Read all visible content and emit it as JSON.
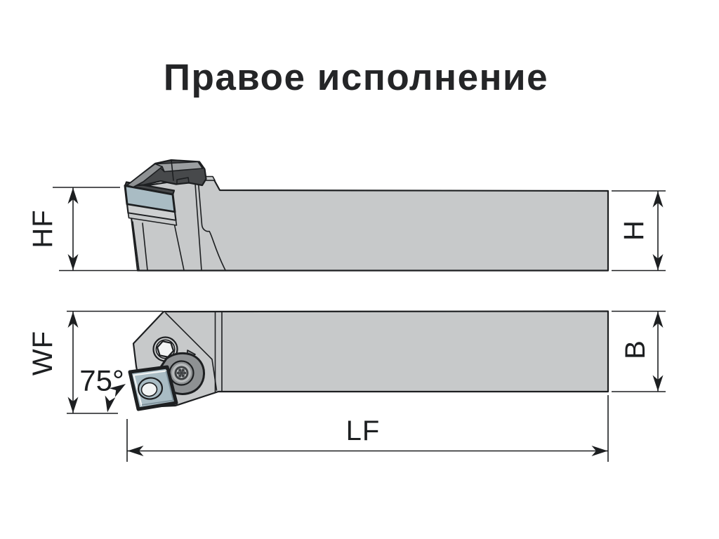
{
  "title": "Правое исполнение",
  "drawing": {
    "description": "technical drawing of right-hand external turning tool holder, two orthographic views",
    "dimension_labels": {
      "hf": "HF",
      "h": "H",
      "wf": "WF",
      "b": "B",
      "lf": "LF",
      "angle": "75°"
    }
  },
  "colors": {
    "paper": "#ffffff",
    "ink": "#1d1f21",
    "body-gray": "#c7c9ca",
    "insert-gray": "#a9bcc4",
    "insert-hole": "#8da1ab",
    "clamp-dark": "#47494b",
    "clamp-mid": "#8e9193",
    "clamp-light": "#9b9ea0",
    "seat-gray": "#ced0d1",
    "white-detail": "#f2f4f4",
    "title-ink": "#242527"
  }
}
